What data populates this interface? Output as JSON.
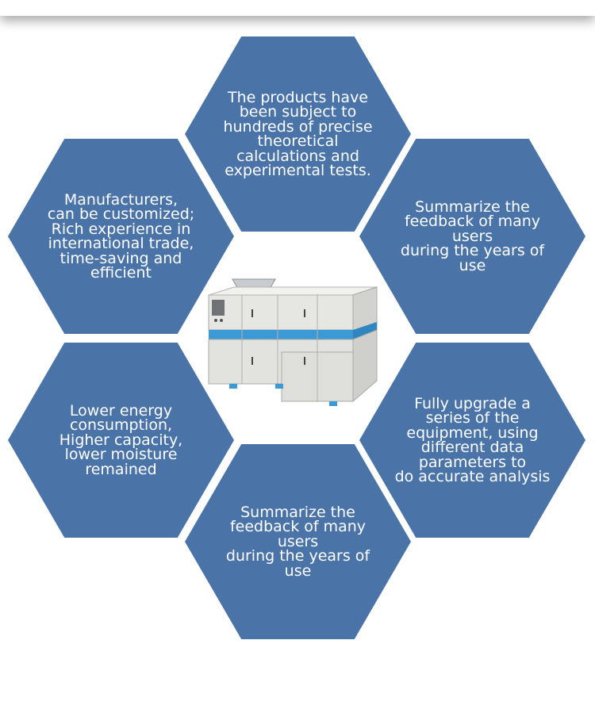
{
  "colors": {
    "hexagon": "#4a73a8",
    "text": "#ffffff",
    "machine_stripe": "#3b9ad6"
  },
  "hexagons": {
    "top": "The products have\nbeen subject to\nhundreds of precise\ntheoretical\ncalculations and\nexperimental tests.",
    "upper_left": "Manufacturers,\ncan be customized;\nRich experience in\ninternational trade,\ntime-saving and\nefficient",
    "upper_right": "Summarize the\nfeedback of many users\nduring the years of use",
    "lower_left": "Lower energy\nconsumption,\nHigher capacity,\nlower moisture\nremained",
    "lower_right": "Fully upgrade a\nseries of the\nequipment, using\ndifferent data\nparameters to\ndo accurate analysis",
    "bottom": "Summarize the\nfeedback of many users\nduring the years of use"
  },
  "image": {
    "icon": "industrial-machine-icon"
  }
}
